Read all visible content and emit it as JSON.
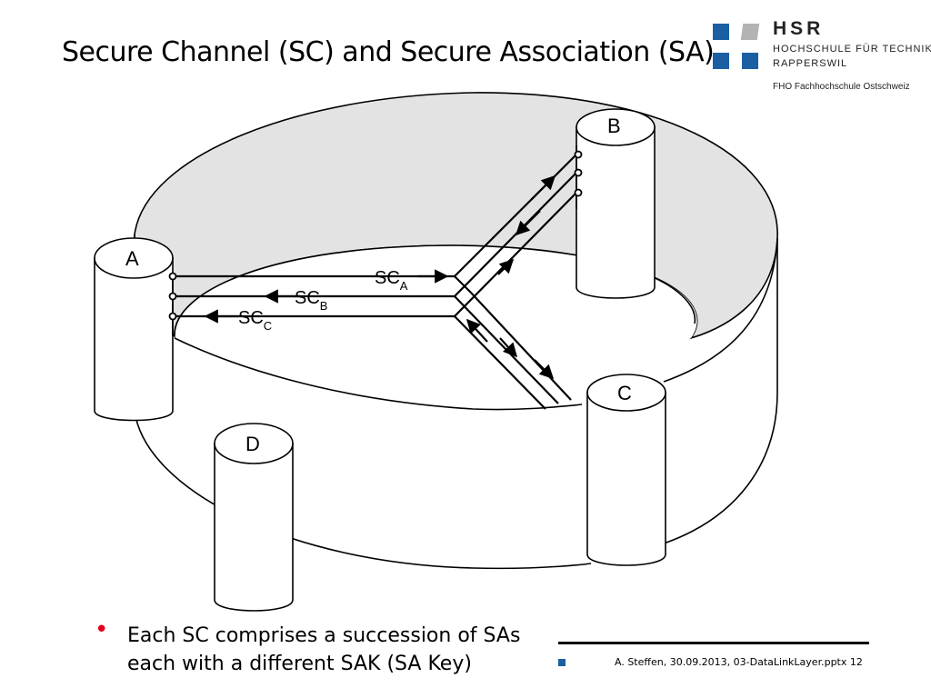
{
  "slide": {
    "title": "Secure Channel (SC) and Secure Association (SA)"
  },
  "logo": {
    "name": "HSR",
    "line1": "HOCHSCHULE FÜR TECHNIK",
    "line2": "RAPPERSWIL",
    "line3": "FHO Fachhochschule Ostschweiz",
    "colors": {
      "blue": "#1a5fa3",
      "gray": "#b3b3b3"
    }
  },
  "diagram": {
    "nodes": {
      "a": "A",
      "b": "B",
      "c": "C",
      "d": "D"
    },
    "channels": {
      "sc_a": {
        "base": "SC",
        "sub": "A"
      },
      "sc_b": {
        "base": "SC",
        "sub": "B"
      },
      "sc_c": {
        "base": "SC",
        "sub": "C"
      }
    }
  },
  "content": {
    "bullet_line1": "Each SC comprises a succession of SAs",
    "bullet_line2": "each with a different SAK (SA Key)",
    "bullet_color": "#e2001a"
  },
  "footer": {
    "text": "A. Steffen, 30.09.2013, 03-DataLinkLayer.pptx 12"
  }
}
